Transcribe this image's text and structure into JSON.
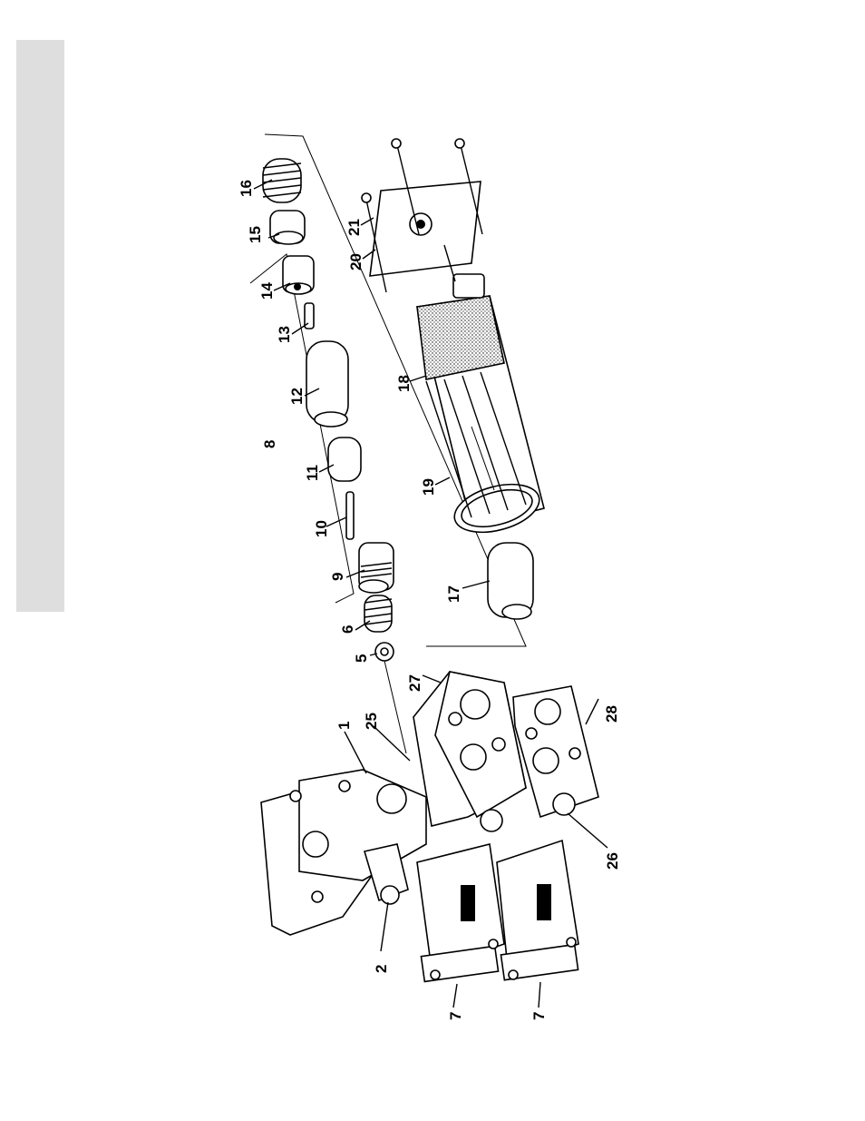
{
  "callouts": [
    {
      "id": "c1",
      "text": "1"
    },
    {
      "id": "c2",
      "text": "2"
    },
    {
      "id": "c5",
      "text": "5"
    },
    {
      "id": "c6",
      "text": "6"
    },
    {
      "id": "c7a",
      "text": "7"
    },
    {
      "id": "c7b",
      "text": "7"
    },
    {
      "id": "c8",
      "text": "8"
    },
    {
      "id": "c9",
      "text": "9"
    },
    {
      "id": "c10",
      "text": "10"
    },
    {
      "id": "c11",
      "text": "11"
    },
    {
      "id": "c12",
      "text": "12"
    },
    {
      "id": "c13",
      "text": "13"
    },
    {
      "id": "c14",
      "text": "14"
    },
    {
      "id": "c15",
      "text": "15"
    },
    {
      "id": "c16",
      "text": "16"
    },
    {
      "id": "c17",
      "text": "17"
    },
    {
      "id": "c18",
      "text": "18"
    },
    {
      "id": "c19",
      "text": "19"
    },
    {
      "id": "c20",
      "text": "20"
    },
    {
      "id": "c21",
      "text": "21"
    },
    {
      "id": "c25",
      "text": "25"
    },
    {
      "id": "c26",
      "text": "26"
    },
    {
      "id": "c27",
      "text": "27"
    },
    {
      "id": "c28",
      "text": "28"
    }
  ],
  "colors": {
    "side_tab": "#dedede",
    "ink": "#000000",
    "paper": "#ffffff"
  }
}
